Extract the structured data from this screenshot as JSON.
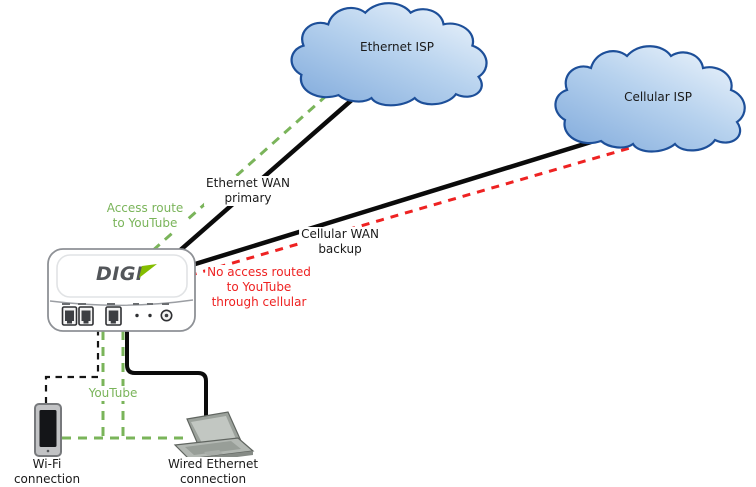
{
  "clouds": {
    "ethernet": {
      "label": "Ethernet ISP"
    },
    "cellular": {
      "label": "Cellular ISP"
    }
  },
  "connections": {
    "ethernet_wan": {
      "label": "Ethernet WAN\nprimary"
    },
    "cellular_wan": {
      "label": "Cellular WAN\nbackup"
    },
    "access_route": {
      "label": "Access route\nto YouTube"
    },
    "no_access": {
      "label": "No access routed\nto YouTube\nthrough cellular"
    },
    "youtube": {
      "label": "YouTube"
    }
  },
  "devices": {
    "router": {
      "brand": "DIGI"
    },
    "wifi": {
      "label": "Wi-Fi\nconnection"
    },
    "wired": {
      "label": "Wired Ethernet\nconnection"
    }
  },
  "colors": {
    "allowed_route_green": "#7ab45a",
    "blocked_route_red": "#ee2222",
    "link_black": "#0b0b0b",
    "cloud_border_blue": "#1d4f99",
    "digi_logo_green": "#84bd00"
  }
}
